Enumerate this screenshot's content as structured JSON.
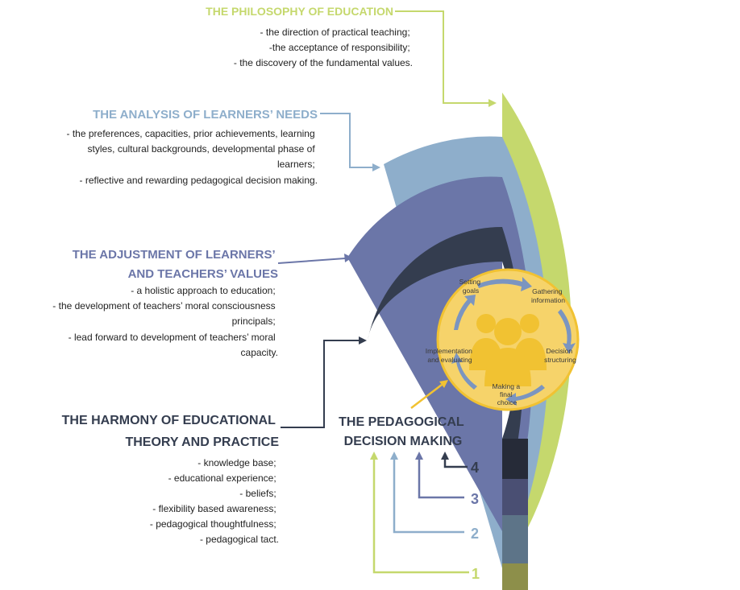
{
  "sections": {
    "philosophy": {
      "title": "THE PHILOSOPHY OF EDUCATION",
      "lines": [
        "- the direction of practical teaching;",
        "-the acceptance of responsibility;",
        "- the discovery of the fundamental values."
      ]
    },
    "analysis": {
      "title": "THE ANALYSIS OF LEARNERS’ NEEDS",
      "lines": [
        "- the preferences, capacities, prior achievements, learning",
        "styles, cultural backgrounds, developmental phase  of",
        "learners;",
        "- reflective and rewarding pedagogical decision making."
      ]
    },
    "adjustment": {
      "title_lines": [
        "THE ADJUSTMENT OF LEARNERS’",
        "AND TEACHERS’ VALUES"
      ],
      "lines": [
        "- a holistic approach to education;",
        "- the development of teachers’ moral consciousness",
        "principals;",
        "- lead forward to development of teachers’ moral",
        "capacity."
      ]
    },
    "harmony": {
      "title_lines": [
        "THE HARMONY OF EDUCATIONAL",
        "THEORY AND PRACTICE"
      ],
      "lines": [
        "- knowledge base;",
        "- educational experience;",
        "- beliefs;",
        "- flexibility based awareness;",
        "- pedagogical thoughtfulness;",
        "- pedagogical tact."
      ]
    }
  },
  "center_label_lines": [
    "THE PEDAGOGICAL",
    "DECISION MAKING"
  ],
  "cycle_steps": [
    {
      "lines": [
        "Setting",
        "goals"
      ]
    },
    {
      "lines": [
        "Gathering",
        "information"
      ]
    },
    {
      "lines": [
        "Decision",
        "structuring"
      ]
    },
    {
      "lines": [
        "Making a",
        "final",
        "choice"
      ]
    },
    {
      "lines": [
        "Implementation",
        "and evaluating"
      ]
    }
  ],
  "numbers": [
    "1",
    "2",
    "3",
    "4"
  ],
  "colors": {
    "green": "#c5d86d",
    "light_blue": "#8eaecb",
    "slate": "#6b76a8",
    "dark": "#343d4f",
    "yellow": "#f6d36a",
    "yellow_dark": "#f1c232",
    "arrow_blue": "#7b95c0"
  }
}
